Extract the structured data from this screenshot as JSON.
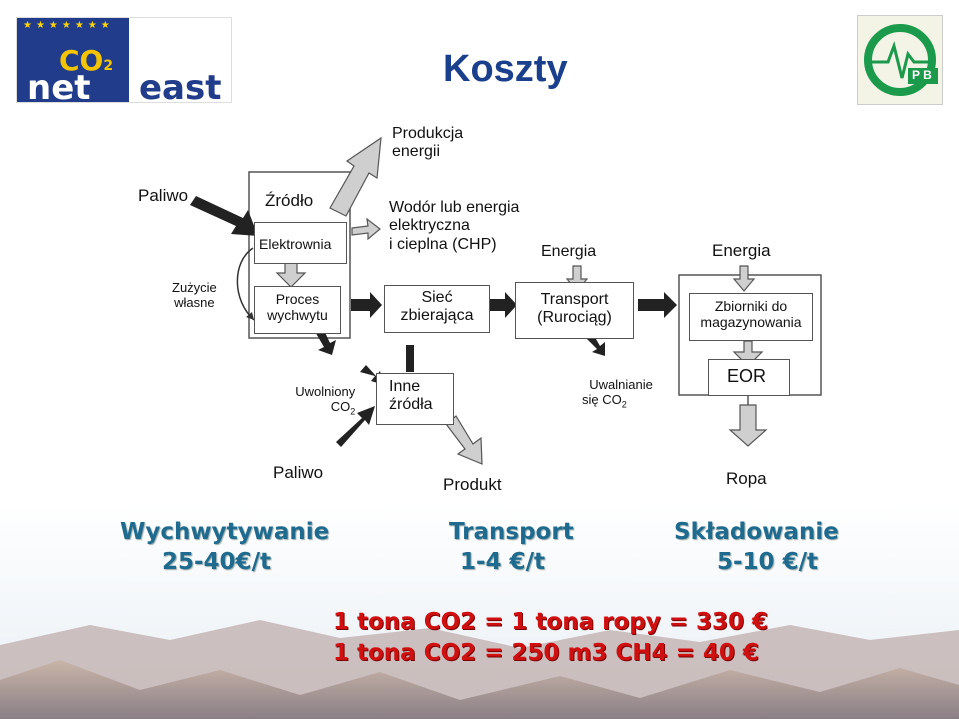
{
  "title": "Koszty",
  "logo_left": {
    "top": "CO",
    "sub": "2",
    "bottom1": "net",
    "bottom2": "east"
  },
  "logo_right": {
    "text": "P B"
  },
  "diagram": {
    "produkcja": "Produkcja\nenergii",
    "paliwo_in": "Paliwo",
    "zrodlo": "Źródło",
    "elektrownia": "Elektrownia",
    "wodor": "Wodór lub energia\nelektryczna\ni cieplna (CHP)",
    "energia1": "Energia",
    "energia2": "Energia",
    "zuzycie": "Zużycie\nwłasne",
    "proces": "Proces\nwychwytu",
    "siec": "Sieć\nzbierająca",
    "transport_box": "Transport\n(Rurociąg)",
    "zbiorniki": "Zbiorniki do\nmagazynowania",
    "uwolniony": "Uwolniony\nCO",
    "uwolniony_sub": "2",
    "inne": "Inne\nźródła",
    "uwalnianie": "Uwalnianie\nsię CO",
    "uwalnianie_sub": "2",
    "eor": "EOR",
    "paliwo_out": "Paliwo",
    "produkt": "Produkt",
    "ropa": "Ropa"
  },
  "costs": [
    {
      "label": "Wychwytywanie",
      "value": "25-40€/t"
    },
    {
      "label": "Transport",
      "value": "1-4 €/t"
    },
    {
      "label": "Składowanie",
      "value": "5-10 €/t"
    }
  ],
  "equations": [
    "1 tona CO2 = 1 tona ropy = 330 €",
    "1 tona CO2 = 250 m3 CH4 = 40 €"
  ]
}
